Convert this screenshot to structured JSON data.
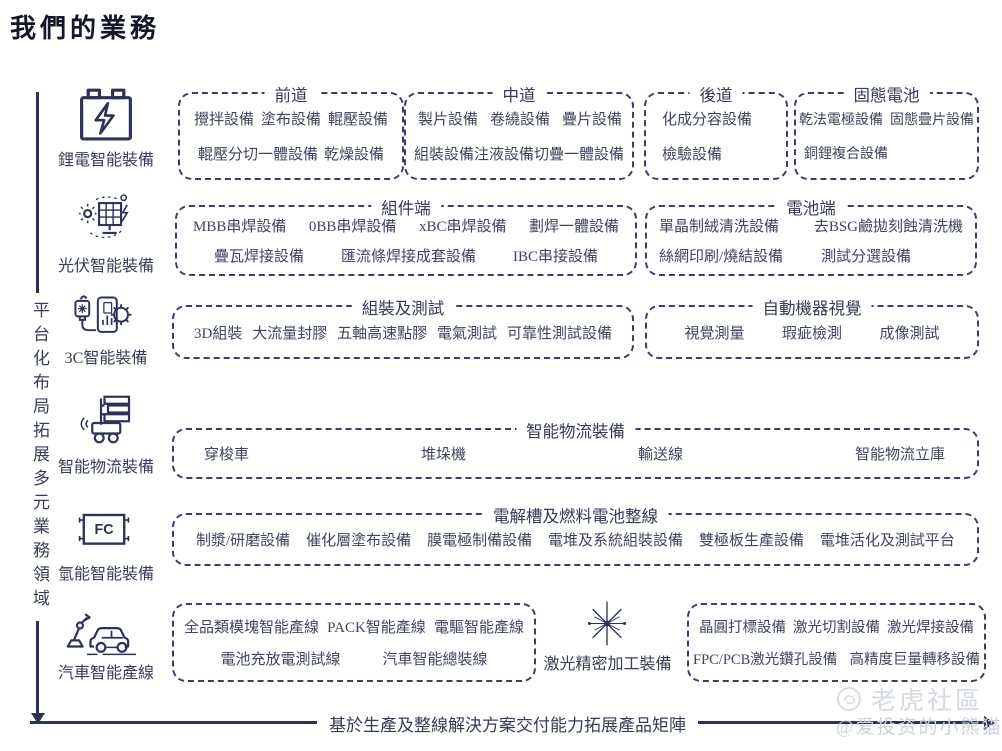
{
  "page": {
    "title": "我們的業務",
    "left_axis_label": "平台化布局拓展多元業務領域",
    "bottom_axis_label": "基於生產及整線解決方案交付能力拓展產品矩陣"
  },
  "colors": {
    "line": "#2e3257",
    "border": "#3a3e6e",
    "text": "#40455e",
    "watermark": "#d5d9e1"
  },
  "rows": [
    {
      "label": "鋰電智能裝備",
      "icon": "battery-icon",
      "boxes": [
        {
          "title": "前道",
          "items": [
            "攪拌設備",
            "塗布設備",
            "輥壓設備",
            "輥壓分切一體設備",
            "乾燥設備"
          ]
        },
        {
          "title": "中道",
          "items": [
            "製片設備",
            "卷繞設備",
            "疊片設備",
            "組裝設備",
            "注液設備",
            "切疊一體設備"
          ]
        },
        {
          "title": "後道",
          "items": [
            "化成分容設備",
            "檢驗設備"
          ]
        },
        {
          "title": "固態電池",
          "items": [
            "乾法電極設備",
            "固態疊片設備",
            "銅鋰複合設備"
          ]
        }
      ]
    },
    {
      "label": "光伏智能裝備",
      "icon": "solar-panel-icon",
      "boxes": [
        {
          "title": "組件端",
          "items": [
            "MBB串焊設備",
            "0BB串焊設備",
            "xBC串焊設備",
            "劃焊一體設備",
            "疊瓦焊接設備",
            "匯流條焊接成套設備",
            "IBC串接設備"
          ]
        },
        {
          "title": "電池端",
          "items": [
            "單晶制絨清洗設備",
            "去BSG鹼拋刻蝕清洗機",
            "絲網印刷/燒結設備",
            "測試分選設備"
          ]
        }
      ]
    },
    {
      "label": "3C智能裝備",
      "icon": "phone-gear-icon",
      "boxes": [
        {
          "title": "組裝及測試",
          "items": [
            "3D組裝",
            "大流量封膠",
            "五軸高速點膠",
            "電氣測試",
            "可靠性測試設備"
          ]
        },
        {
          "title": "自動機器視覺",
          "items": [
            "視覺測量",
            "瑕疵檢測",
            "成像測試"
          ]
        }
      ]
    },
    {
      "label": "智能物流裝備",
      "icon": "forklift-icon",
      "boxes": [
        {
          "title": "智能物流裝備",
          "items": [
            "穿梭車",
            "堆垛機",
            "輸送線",
            "智能物流立庫"
          ]
        }
      ]
    },
    {
      "label": "氫能智能裝備",
      "icon": "fuel-cell-icon",
      "boxes": [
        {
          "title": "電解槽及燃料電池整線",
          "items": [
            "制漿/研磨設備",
            "催化層塗布設備",
            "膜電極制備設備",
            "電堆及系統組裝設備",
            "雙極板生產設備",
            "電堆活化及測試平台"
          ]
        }
      ]
    },
    {
      "label": "汽車智能產線",
      "icon": "car-robot-icon",
      "boxes": [
        {
          "title": "",
          "items": [
            "全品類模塊智能產線",
            "PACK智能產線",
            "電驅智能產線",
            "電池充放電測試線",
            "汽車智能總裝線"
          ]
        }
      ]
    },
    {
      "label": "激光精密加工裝備",
      "icon": "laser-star-icon",
      "boxes": [
        {
          "title": "",
          "items": [
            "晶圓打標設備",
            "激光切割設備",
            "激光焊接設備",
            "FPC/PCB激光鑽孔設備",
            "高精度巨量轉移設備"
          ]
        }
      ]
    }
  ],
  "watermark": {
    "brand": "老虎社區",
    "handle": "@爱投资的小熊猫"
  }
}
